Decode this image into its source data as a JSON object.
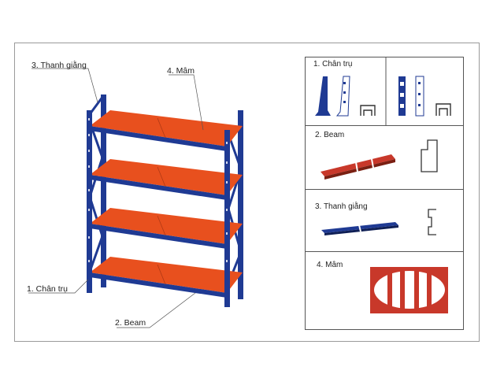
{
  "callouts": {
    "brace": "3. Thanh giằng",
    "deck": "4. Mâm",
    "upright": "1. Chân trụ",
    "beam": "2. Beam"
  },
  "parts": [
    {
      "title": "1. Chân trụ"
    },
    {
      "title": "2. Beam"
    },
    {
      "title": "3. Thanh giằng"
    },
    {
      "title": "4. Mâm"
    }
  ],
  "colors": {
    "frame_blue": "#1f3a93",
    "deck_orange": "#e8501e",
    "deck_red": "#c8382a",
    "line": "#555555"
  }
}
